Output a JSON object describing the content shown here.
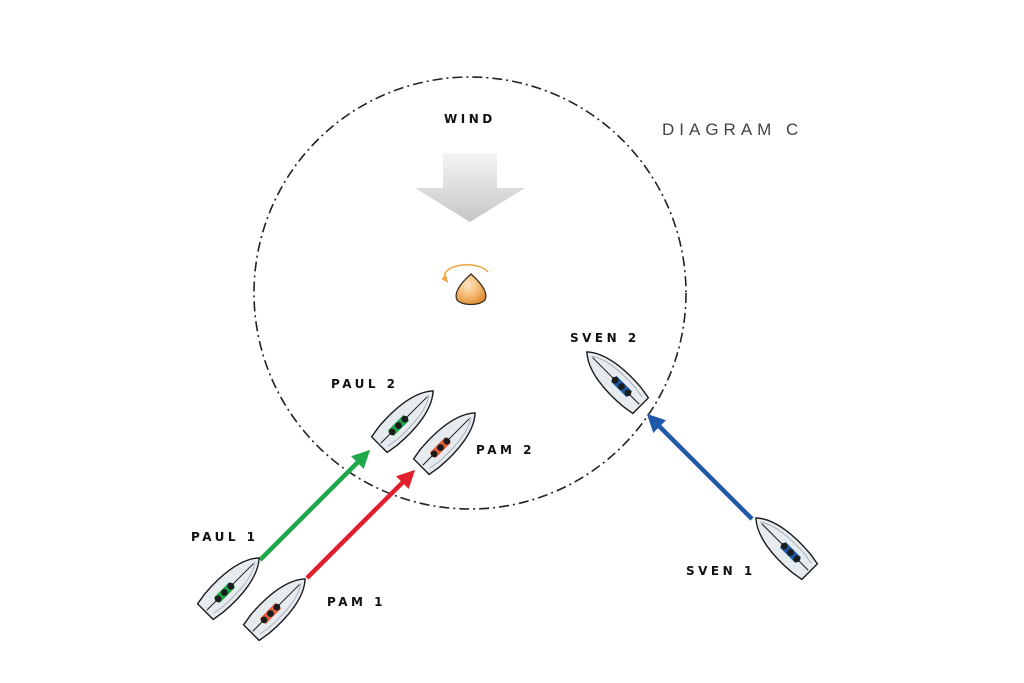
{
  "diagram": {
    "title": "DIAGRAM C",
    "wind_label": "WIND",
    "colors": {
      "zone_circle": "#222222",
      "paul": "#1fa84a",
      "pam": "#e0202c",
      "sven": "#1f5aa8",
      "mark": "#f0a84a",
      "hull": "#e6ebf0"
    },
    "icons": {
      "wind": "wind-arrow-icon",
      "mark": "mark-buoy-icon",
      "rounding": "rounding-direction-icon",
      "boat": "sailboat-icon"
    },
    "boats": [
      {
        "id": "paul-1",
        "label": "PAUL 1",
        "team": "paul"
      },
      {
        "id": "paul-2",
        "label": "PAUL 2",
        "team": "paul"
      },
      {
        "id": "pam-1",
        "label": "PAM 1",
        "team": "pam"
      },
      {
        "id": "pam-2",
        "label": "PAM 2",
        "team": "pam"
      },
      {
        "id": "sven-1",
        "label": "SVEN 1",
        "team": "sven"
      },
      {
        "id": "sven-2",
        "label": "SVEN 2",
        "team": "sven"
      }
    ]
  }
}
